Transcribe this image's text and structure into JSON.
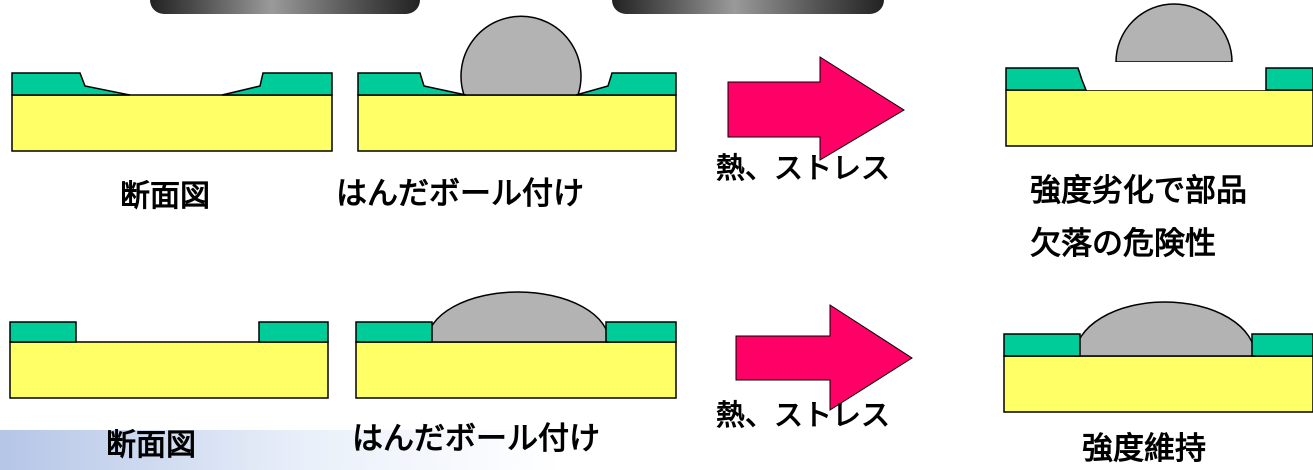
{
  "colors": {
    "substrate": "#ffff66",
    "pad": "#00cc99",
    "solder": "#b3b3b3",
    "arrow": "#ff0066",
    "outline": "#000000"
  },
  "top_row": {
    "cross_section_label": "断面図",
    "ball_attach_label": "はんだボール付け",
    "stress_label": "熱、ストレス",
    "result_line1": "強度劣化で部品",
    "result_line2": "欠落の危険性"
  },
  "bottom_row": {
    "cross_section_label": "断面図",
    "ball_attach_label": "はんだボール付け",
    "stress_label": "熱、ストレス",
    "result_label": "強度維持"
  }
}
